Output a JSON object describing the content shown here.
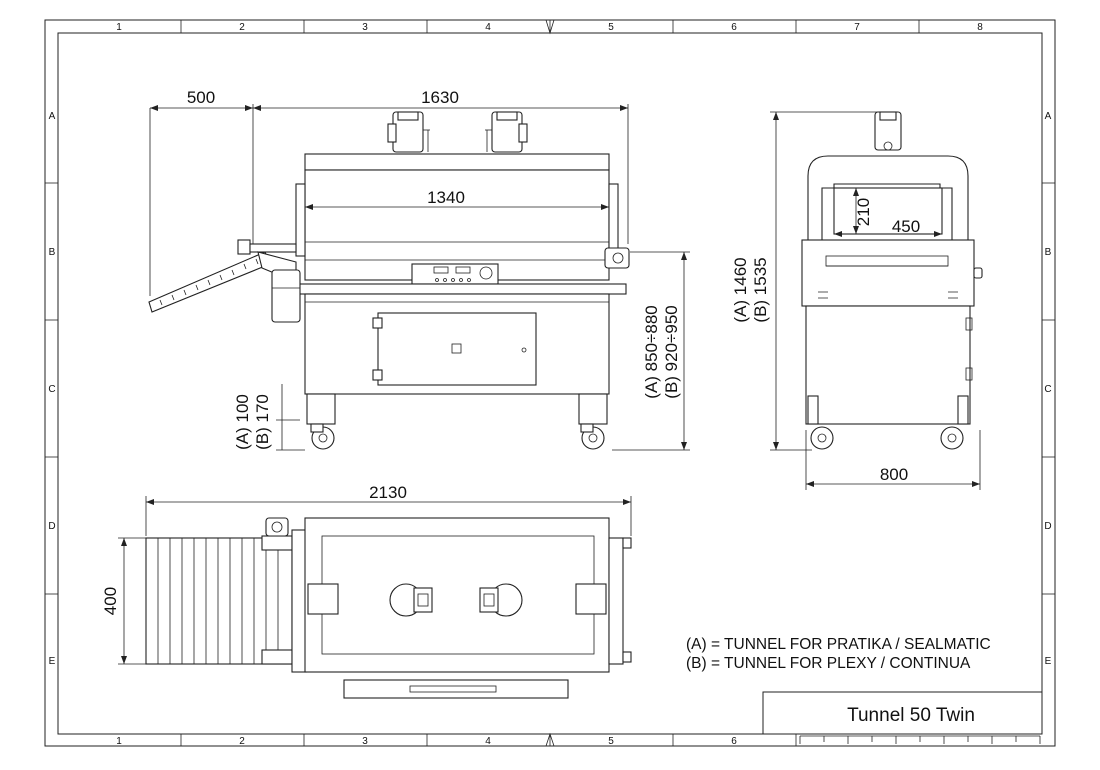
{
  "grid": {
    "columns": [
      "1",
      "2",
      "3",
      "4",
      "5",
      "6",
      "7",
      "8"
    ],
    "rows": [
      "A",
      "B",
      "C",
      "D",
      "E"
    ]
  },
  "side_view": {
    "dim_overhang": "500",
    "dim_total_length": "1630",
    "dim_chamber_length": "1340",
    "dim_working_height": "(A) 850÷880",
    "dim_working_height_b": "(B) 920÷950",
    "dim_foot_height": "(A) 100",
    "dim_foot_height_b": "(B) 170"
  },
  "front_view": {
    "dim_height": "(A) 1460",
    "dim_height_b": "(B) 1535",
    "dim_opening_height": "210",
    "dim_opening_width": "450",
    "dim_width": "800"
  },
  "top_view": {
    "dim_overall_length": "2130",
    "dim_conveyor_width": "400"
  },
  "legend": {
    "line_a": "(A) = TUNNEL FOR PRATIKA / SEALMATIC",
    "line_b": "(B) = TUNNEL FOR PLEXY / CONTINUA"
  },
  "title_block": {
    "title": "Tunnel 50 Twin"
  },
  "colors": {
    "line": "#222222",
    "panel_fill": "#d9d9d9",
    "background": "#ffffff"
  }
}
